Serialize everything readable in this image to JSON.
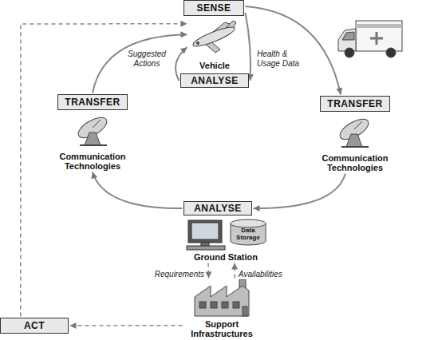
{
  "diagram": {
    "nodes": [
      {
        "text": [
          "SENSE"
        ]
      },
      {
        "text": [
          "Vehicle"
        ]
      },
      {
        "text": [
          "ANALYSE"
        ]
      },
      {
        "text": [
          "TRANSFER",
          "Communication Technologies"
        ]
      },
      {
        "text": [
          "TRANSFER",
          "Communication Technologies"
        ]
      },
      {
        "text": [
          "ANALYSE"
        ]
      },
      {
        "text": [
          "Ground Station"
        ]
      },
      {
        "text": [
          "Data Storage"
        ],
        "in": 6
      },
      {
        "text": [
          "Support Infrastructures"
        ]
      },
      {
        "text": [
          "ACT"
        ]
      }
    ],
    "edges": [
      {
        "from": 0,
        "to": 4,
        "label": "Health & Usage Data",
        "arrow": "to"
      },
      {
        "from": 0,
        "to": 2,
        "arrow": "to"
      },
      {
        "from": 2,
        "to": 1,
        "arrow": "to"
      },
      {
        "from": 4,
        "to": 5,
        "arrow": "to"
      },
      {
        "from": 5,
        "to": 3,
        "arrow": "to"
      },
      {
        "from": 3,
        "to": 1,
        "label": "Suggested Actions",
        "arrow": "to"
      },
      {
        "from": 6,
        "to": 8,
        "label": "Requirements",
        "arrow": "to"
      },
      {
        "from": 8,
        "to": 6,
        "label": "Availabilities",
        "arrow": "to"
      },
      {
        "from": 8,
        "to": 9,
        "arrow": "to"
      },
      {
        "from": 9,
        "to": 1,
        "arrow": "to"
      }
    ]
  }
}
